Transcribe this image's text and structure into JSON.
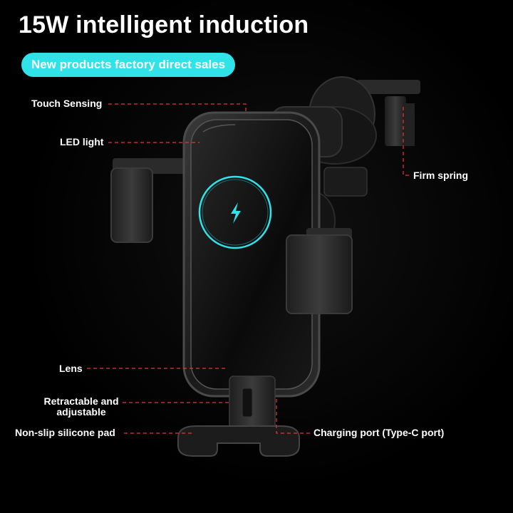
{
  "header": {
    "title": "15W intelligent induction",
    "tagline": "New products factory direct sales"
  },
  "callouts": {
    "touch_sensing": "Touch Sensing",
    "led_light": "LED light",
    "firm_spring": "Firm spring",
    "lens": "Lens",
    "retractable_line1": "Retractable and",
    "retractable_line2": "adjustable",
    "non_slip_pad": "Non-slip silicone pad",
    "charging_port": "Charging port (Type-C port)"
  },
  "colors": {
    "accent_cyan": "#2fe3e8",
    "callout_red": "#e33",
    "background": "#000000"
  }
}
